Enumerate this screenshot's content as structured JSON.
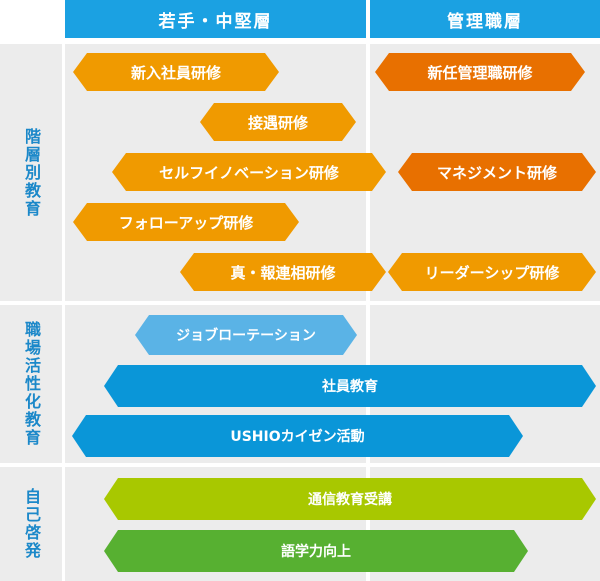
{
  "header": {
    "col1": "若手・中堅層",
    "col2": "管理職層"
  },
  "rows": [
    {
      "label": "階層別教育"
    },
    {
      "label": "職場活性化教育"
    },
    {
      "label": "自己啓発"
    }
  ],
  "programs": {
    "shinnyu": "新入社員研修",
    "shinnin_kanri": "新任管理職研修",
    "setsuguu": "接遇研修",
    "self_innovation": "セルフイノベーション研修",
    "management": "マネジメント研修",
    "follow_up": "フォローアップ研修",
    "hourensou": "真・報連相研修",
    "leadership": "リーダーシップ研修",
    "job_rotation": "ジョブローテーション",
    "shain_kyouiku": "社員教育",
    "kaizen": "USHIOカイゼン活動",
    "tsushin": "通信教育受講",
    "gogaku": "語学力向上"
  },
  "colors": {
    "header": "#1ba1e2",
    "orange": "#f09a00",
    "dark_orange": "#e87000",
    "light_blue": "#5ab3e6",
    "blue": "#0a96d8",
    "green": "#a8c800",
    "dark_green": "#57b031",
    "bg_gray": "#ececec",
    "label_blue": "#1b88c9"
  }
}
